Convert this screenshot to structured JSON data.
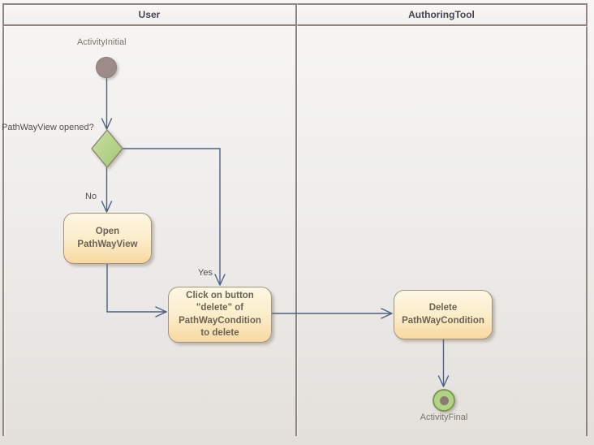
{
  "diagram": {
    "type": "uml-activity-diagram",
    "lanes": {
      "user": {
        "label": "User"
      },
      "authoring_tool": {
        "label": "AuthoringTool"
      }
    },
    "nodes": {
      "initial": {
        "label": "ActivityInitial"
      },
      "decision": {
        "label": "PathWayView opened?"
      },
      "open_action": {
        "text": "Open\nPathWayView"
      },
      "click_action": {
        "text": "Click on button\n\"delete\" of\nPathWayCondition\nto delete"
      },
      "delete_action": {
        "text": "Delete\nPathWayCondition"
      },
      "final": {
        "label": "ActivityFinal"
      }
    },
    "edges": {
      "no_label": "No",
      "yes_label": "Yes"
    },
    "colors": {
      "connector": "#4f6080",
      "action_fill_top": "#fdf7e3",
      "action_fill_bottom": "#f7d8a1",
      "action_border": "#a0947e",
      "action_text": "#6b6353",
      "decision_fill_light": "#cadfa2",
      "decision_fill_dark": "#a3c876",
      "decision_border": "#8b8170",
      "initial_fill": "#9c8b88",
      "final_ring_fill": "#b2d286",
      "final_ring_border": "#7d9a55",
      "final_dot": "#8b7a74",
      "lane_border": "#8f8681",
      "header_text": "#46444e",
      "node_label_text": "#7b756b",
      "guard_label_text": "#53504a"
    }
  }
}
